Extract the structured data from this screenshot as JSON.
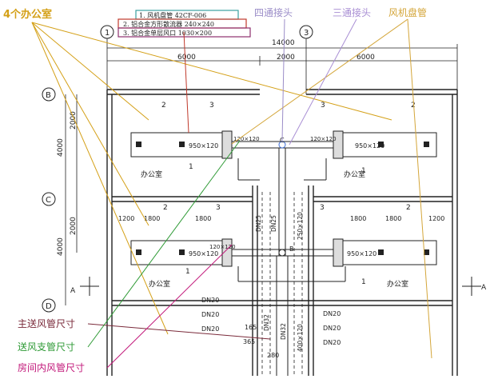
{
  "annotations": {
    "offices_callout": "4个办公室",
    "four_way": "四通接头",
    "three_way": "三通接头",
    "fan_coil": "风机盘管",
    "main_duct_size": "主送风管尺寸",
    "branch_duct_size": "送风支管尺寸",
    "room_duct_size": "房间内风管尺寸"
  },
  "legend": [
    "1. 风机盘管 42CF-006",
    "2. 铝合金方形散流器 240×240",
    "3. 铝合金单层风口 1030×200"
  ],
  "axes": {
    "a1": "1",
    "a3": "3",
    "rB": "B",
    "rC": "C",
    "rD": "D",
    "secA": "A"
  },
  "dims": {
    "total": "14000",
    "left": "6000",
    "mid": "2000",
    "right": "6000",
    "v4000a": "4000",
    "v2000a": "2000",
    "v4000b": "4000",
    "v2000b": "2000",
    "d1200": "1200",
    "d1800": "1800"
  },
  "labels": {
    "office": "办公室",
    "diffuser_size": "950×120",
    "duct_120": "120×120",
    "dn25": "DN25",
    "dn20": "DN20",
    "dn32": "DN32",
    "d250": "250×120",
    "d400": "400×120",
    "n1": "1",
    "n2": "2",
    "n3": "3",
    "s165": "165",
    "s365": "365",
    "s280": "280",
    "nodeC": "C",
    "nodeB": "B"
  },
  "colors": {
    "offices": "#d4a017",
    "four_way": "#9b8dc8",
    "three_way": "#a98fd4",
    "fan_coil": "#d4a63a",
    "main": "#7a2a3a",
    "branch": "#2e9a35",
    "room": "#c2187a",
    "legend_box1": "#3aa0a0",
    "legend_box2": "#c0392b",
    "legend_box3": "#8e2f6e"
  }
}
